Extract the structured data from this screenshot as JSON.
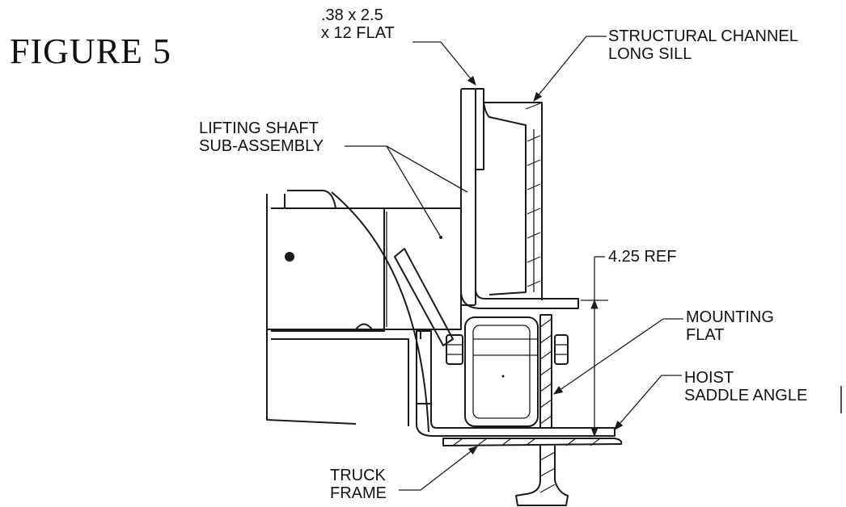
{
  "figure": {
    "title": "FIGURE 5"
  },
  "callouts": {
    "flat_bar": {
      "line1": ".38 x 2.5",
      "line2": "x 12 FLAT"
    },
    "channel": {
      "line1": "STRUCTURAL CHANNEL",
      "line2": "LONG SILL"
    },
    "lifting_shaft": {
      "line1": "LIFTING SHAFT",
      "line2": "SUB-ASSEMBLY"
    },
    "dimension": {
      "text": "4.25 REF"
    },
    "mounting_flat": {
      "line1": "MOUNTING",
      "line2": "FLAT"
    },
    "saddle_angle": {
      "line1": "HOIST",
      "line2": "SADDLE ANGLE"
    },
    "truck_frame": {
      "line1": "TRUCK",
      "line2": "FRAME"
    }
  },
  "colors": {
    "ink": "#1a1a1a",
    "background": "#ffffff"
  }
}
